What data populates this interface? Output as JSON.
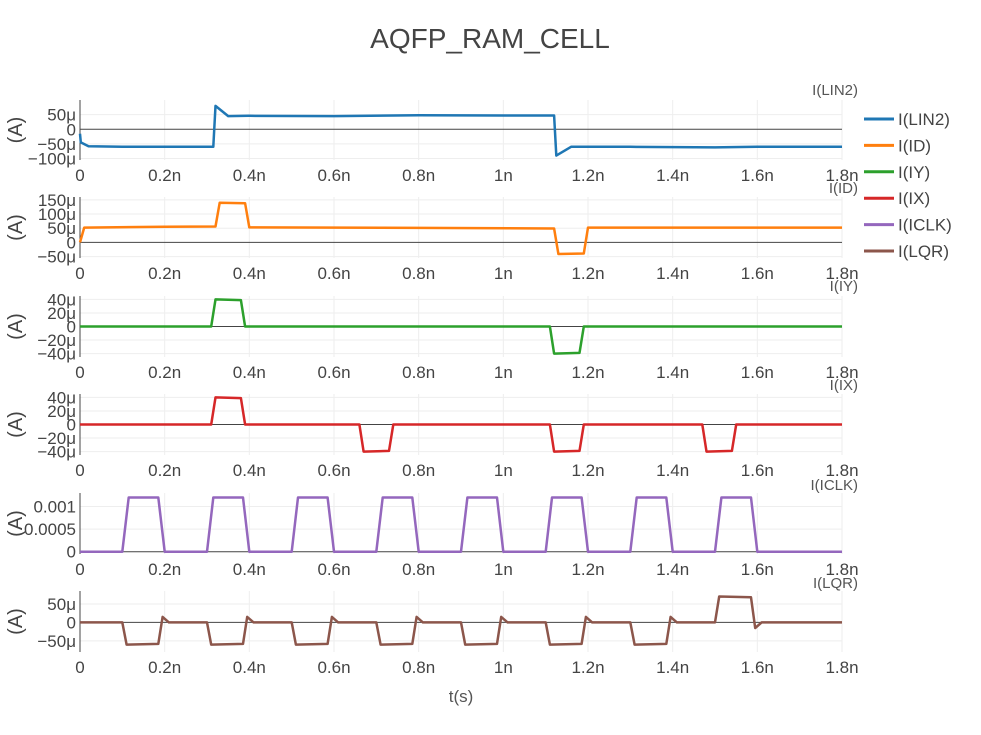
{
  "chart_data": {
    "title": "AQFP_RAM_CELL",
    "type": "line",
    "xlabel": "t(s)",
    "xlim": [
      0,
      1.8e-09
    ],
    "x_ticks": [
      {
        "v": 0,
        "label": "0"
      },
      {
        "v": 2e-10,
        "label": "0.2n"
      },
      {
        "v": 4e-10,
        "label": "0.4n"
      },
      {
        "v": 6e-10,
        "label": "0.6n"
      },
      {
        "v": 8e-10,
        "label": "0.8n"
      },
      {
        "v": 1e-09,
        "label": "1n"
      },
      {
        "v": 1.2e-09,
        "label": "1.2n"
      },
      {
        "v": 1.4e-09,
        "label": "1.4n"
      },
      {
        "v": 1.6e-09,
        "label": "1.6n"
      },
      {
        "v": 1.8e-09,
        "label": "1.8n"
      }
    ],
    "grid": true,
    "legend": "top-right",
    "series": [
      {
        "name": "I(LIN2)",
        "subtitle": "I(LIN2)",
        "ylabel": "(A)",
        "color": "#1f77b4",
        "ylim": [
          -0.000105,
          0.0001
        ],
        "y_ticks": [
          {
            "v": 5e-05,
            "label": "50μ"
          },
          {
            "v": 0,
            "label": "0"
          },
          {
            "v": -5e-05,
            "label": "−50μ"
          },
          {
            "v": -0.0001,
            "label": "−100μ"
          }
        ],
        "points": [
          [
            0,
            -1.5e-05
          ],
          [
            2e-12,
            -4.5e-05
          ],
          [
            2e-11,
            -5.8e-05
          ],
          [
            1e-10,
            -6e-05
          ],
          [
            2e-10,
            -6e-05
          ],
          [
            3.15e-10,
            -6e-05
          ],
          [
            3.2e-10,
            8e-05
          ],
          [
            3.5e-10,
            4.5e-05
          ],
          [
            4e-10,
            4.6e-05
          ],
          [
            6e-10,
            4.5e-05
          ],
          [
            8e-10,
            4.8e-05
          ],
          [
            1e-09,
            4.7e-05
          ],
          [
            1.12e-09,
            4.7e-05
          ],
          [
            1.125e-09,
            -9e-05
          ],
          [
            1.16e-09,
            -6e-05
          ],
          [
            1.3e-09,
            -6e-05
          ],
          [
            1.5e-09,
            -6.2e-05
          ],
          [
            1.6e-09,
            -6e-05
          ],
          [
            1.8e-09,
            -6e-05
          ]
        ]
      },
      {
        "name": "I(ID)",
        "subtitle": "I(ID)",
        "ylabel": "(A)",
        "color": "#ff7f0e",
        "ylim": [
          -5.5e-05,
          0.00016
        ],
        "y_ticks": [
          {
            "v": 0.00015,
            "label": "150μ"
          },
          {
            "v": 0.0001,
            "label": "100μ"
          },
          {
            "v": 5e-05,
            "label": "50μ"
          },
          {
            "v": 0,
            "label": "0"
          },
          {
            "v": -5e-05,
            "label": "−50μ"
          }
        ],
        "points": [
          [
            0,
            0
          ],
          [
            1e-11,
            5.2e-05
          ],
          [
            2e-10,
            5.5e-05
          ],
          [
            3.2e-10,
            5.6e-05
          ],
          [
            3.3e-10,
            0.00014
          ],
          [
            3.9e-10,
            0.000138
          ],
          [
            4e-10,
            5.3e-05
          ],
          [
            8e-10,
            5.1e-05
          ],
          [
            1.12e-09,
            4.9e-05
          ],
          [
            1.13e-09,
            -4.1e-05
          ],
          [
            1.19e-09,
            -3.9e-05
          ],
          [
            1.2e-09,
            5.2e-05
          ],
          [
            1.8e-09,
            5.2e-05
          ]
        ]
      },
      {
        "name": "I(IY)",
        "subtitle": "I(IY)",
        "ylabel": "(A)",
        "color": "#2ca02c",
        "ylim": [
          -4.5e-05,
          4.5e-05
        ],
        "y_ticks": [
          {
            "v": 4e-05,
            "label": "40μ"
          },
          {
            "v": 2e-05,
            "label": "20μ"
          },
          {
            "v": 0,
            "label": "0"
          },
          {
            "v": -2e-05,
            "label": "−20μ"
          },
          {
            "v": -4e-05,
            "label": "−40μ"
          }
        ],
        "points": [
          [
            0,
            0
          ],
          [
            3.1e-10,
            0
          ],
          [
            3.2e-10,
            4e-05
          ],
          [
            3.8e-10,
            3.9e-05
          ],
          [
            3.9e-10,
            0
          ],
          [
            1.11e-09,
            0
          ],
          [
            1.12e-09,
            -4e-05
          ],
          [
            1.18e-09,
            -3.9e-05
          ],
          [
            1.19e-09,
            0
          ],
          [
            1.8e-09,
            0
          ]
        ]
      },
      {
        "name": "I(IX)",
        "subtitle": "I(IX)",
        "ylabel": "(A)",
        "color": "#d62728",
        "ylim": [
          -4.5e-05,
          4.5e-05
        ],
        "y_ticks": [
          {
            "v": 4e-05,
            "label": "40μ"
          },
          {
            "v": 2e-05,
            "label": "20μ"
          },
          {
            "v": 0,
            "label": "0"
          },
          {
            "v": -2e-05,
            "label": "−20μ"
          },
          {
            "v": -4e-05,
            "label": "−40μ"
          }
        ],
        "points": [
          [
            0,
            0
          ],
          [
            3.1e-10,
            0
          ],
          [
            3.2e-10,
            4e-05
          ],
          [
            3.8e-10,
            3.9e-05
          ],
          [
            3.9e-10,
            0
          ],
          [
            6.6e-10,
            0
          ],
          [
            6.7e-10,
            -4e-05
          ],
          [
            7.3e-10,
            -3.9e-05
          ],
          [
            7.4e-10,
            0
          ],
          [
            1.11e-09,
            0
          ],
          [
            1.12e-09,
            -4e-05
          ],
          [
            1.18e-09,
            -3.9e-05
          ],
          [
            1.19e-09,
            0
          ],
          [
            1.47e-09,
            0
          ],
          [
            1.48e-09,
            -4e-05
          ],
          [
            1.54e-09,
            -3.9e-05
          ],
          [
            1.55e-09,
            0
          ],
          [
            1.8e-09,
            0
          ]
        ]
      },
      {
        "name": "I(ICLK)",
        "subtitle": "I(ICLK)",
        "ylabel": "(A)",
        "color": "#9467bd",
        "ylim": [
          -5e-05,
          0.0013
        ],
        "y_ticks": [
          {
            "v": 0.001,
            "label": "0.001"
          },
          {
            "v": 0.0005,
            "label": "0.0005"
          },
          {
            "v": 0,
            "label": "0"
          }
        ],
        "points": [
          [
            0,
            0
          ],
          [
            1e-10,
            0
          ],
          [
            1.15e-10,
            0.0012
          ],
          [
            1.85e-10,
            0.0012
          ],
          [
            2e-10,
            0
          ],
          [
            3e-10,
            0
          ],
          [
            3.15e-10,
            0.0012
          ],
          [
            3.85e-10,
            0.0012
          ],
          [
            4e-10,
            0
          ],
          [
            5e-10,
            0
          ],
          [
            5.15e-10,
            0.0012
          ],
          [
            5.85e-10,
            0.0012
          ],
          [
            6e-10,
            0
          ],
          [
            7e-10,
            0
          ],
          [
            7.15e-10,
            0.0012
          ],
          [
            7.85e-10,
            0.0012
          ],
          [
            8e-10,
            0
          ],
          [
            9e-10,
            0
          ],
          [
            9.15e-10,
            0.0012
          ],
          [
            9.85e-10,
            0.0012
          ],
          [
            1e-09,
            0
          ],
          [
            1.1e-09,
            0
          ],
          [
            1.115e-09,
            0.0012
          ],
          [
            1.185e-09,
            0.0012
          ],
          [
            1.2e-09,
            0
          ],
          [
            1.3e-09,
            0
          ],
          [
            1.315e-09,
            0.0012
          ],
          [
            1.385e-09,
            0.0012
          ],
          [
            1.4e-09,
            0
          ],
          [
            1.5e-09,
            0
          ],
          [
            1.515e-09,
            0.0012
          ],
          [
            1.585e-09,
            0.0012
          ],
          [
            1.6e-09,
            0
          ],
          [
            1.8e-09,
            0
          ]
        ]
      },
      {
        "name": "I(LQR)",
        "subtitle": "I(LQR)",
        "ylabel": "(A)",
        "color": "#8c564b",
        "ylim": [
          -8e-05,
          8.5e-05
        ],
        "y_ticks": [
          {
            "v": 5e-05,
            "label": "50μ"
          },
          {
            "v": 0,
            "label": "0"
          },
          {
            "v": -5e-05,
            "label": "−50μ"
          }
        ],
        "points": [
          [
            0,
            0
          ],
          [
            1e-10,
            0
          ],
          [
            1.1e-10,
            -6e-05
          ],
          [
            1.85e-10,
            -5.8e-05
          ],
          [
            1.95e-10,
            1.5e-05
          ],
          [
            2.1e-10,
            0
          ],
          [
            3e-10,
            0
          ],
          [
            3.1e-10,
            -6e-05
          ],
          [
            3.85e-10,
            -5.8e-05
          ],
          [
            3.95e-10,
            1.5e-05
          ],
          [
            4.1e-10,
            0
          ],
          [
            5e-10,
            0
          ],
          [
            5.1e-10,
            -6e-05
          ],
          [
            5.85e-10,
            -5.8e-05
          ],
          [
            5.95e-10,
            1.5e-05
          ],
          [
            6.1e-10,
            0
          ],
          [
            7e-10,
            0
          ],
          [
            7.1e-10,
            -6e-05
          ],
          [
            7.85e-10,
            -5.8e-05
          ],
          [
            7.95e-10,
            1.5e-05
          ],
          [
            8.1e-10,
            0
          ],
          [
            9e-10,
            0
          ],
          [
            9.1e-10,
            -6e-05
          ],
          [
            9.85e-10,
            -5.8e-05
          ],
          [
            9.95e-10,
            1.5e-05
          ],
          [
            1.01e-09,
            0
          ],
          [
            1.1e-09,
            0
          ],
          [
            1.11e-09,
            -6e-05
          ],
          [
            1.185e-09,
            -5.8e-05
          ],
          [
            1.195e-09,
            1.5e-05
          ],
          [
            1.21e-09,
            0
          ],
          [
            1.3e-09,
            0
          ],
          [
            1.31e-09,
            -6e-05
          ],
          [
            1.385e-09,
            -5.8e-05
          ],
          [
            1.395e-09,
            1.5e-05
          ],
          [
            1.41e-09,
            0
          ],
          [
            1.5e-09,
            0
          ],
          [
            1.51e-09,
            7e-05
          ],
          [
            1.585e-09,
            6.8e-05
          ],
          [
            1.595e-09,
            -1.5e-05
          ],
          [
            1.61e-09,
            0
          ],
          [
            1.8e-09,
            0
          ]
        ]
      }
    ]
  }
}
